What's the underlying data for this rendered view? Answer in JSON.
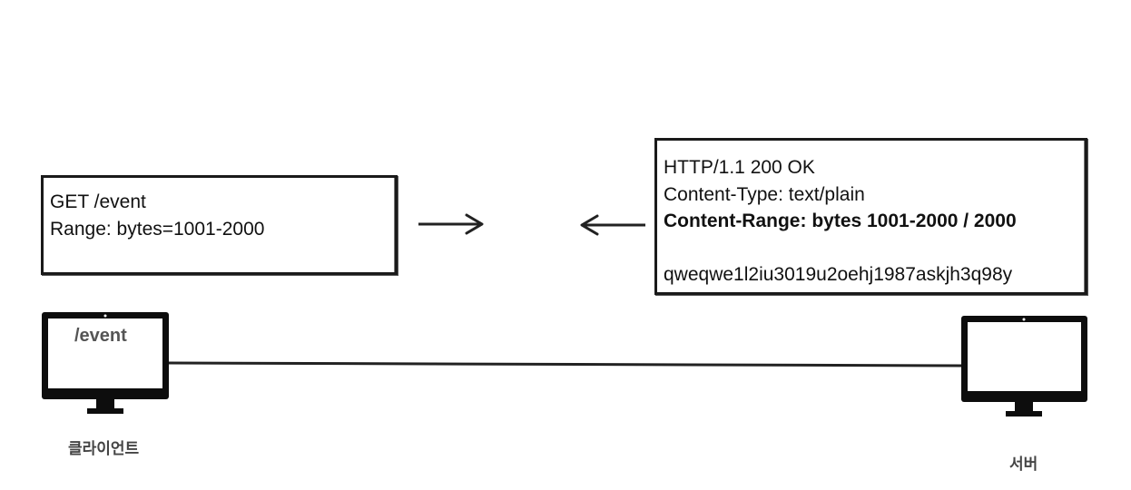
{
  "request": {
    "lines": [
      "GET /event",
      "Range: bytes=1001-2000"
    ]
  },
  "response": {
    "status_line": "HTTP/1.1 200 OK",
    "content_type": "Content-Type: text/plain",
    "content_range": "Content-Range: bytes 1001-2000 / 2000",
    "body": "qweqwe1l2iu3019u2oehj1987askjh3q98y"
  },
  "client": {
    "caption": "클라이언트",
    "screen_text": "/event"
  },
  "server": {
    "caption": "서버"
  }
}
